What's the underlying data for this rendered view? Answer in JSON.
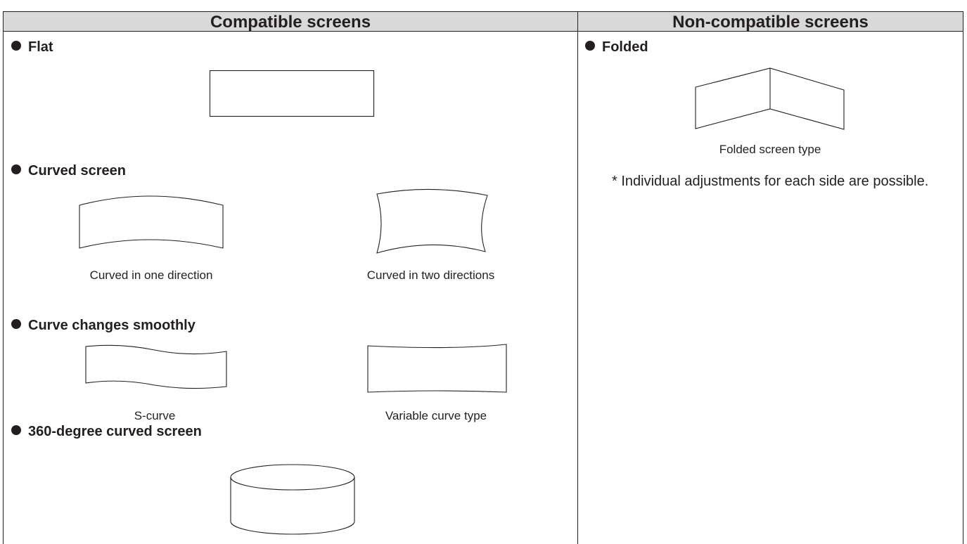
{
  "header": {
    "compatible": "Compatible screens",
    "non_compatible": "Non-compatible screens"
  },
  "compatible": {
    "flat": {
      "title": "Flat"
    },
    "curved": {
      "title": "Curved screen",
      "one_direction": "Curved in one direction",
      "two_directions": "Curved in two directions"
    },
    "smooth": {
      "title": "Curve changes smoothly",
      "s_curve": "S-curve",
      "variable": "Variable curve type"
    },
    "cylinder": {
      "title": "360-degree curved screen"
    }
  },
  "non_compatible": {
    "folded": {
      "title": "Folded",
      "caption": "Folded screen type",
      "note": "* Individual adjustments for each side are possible."
    }
  },
  "colors": {
    "header_bg": "#d9d9d9",
    "line": "#231f20"
  }
}
